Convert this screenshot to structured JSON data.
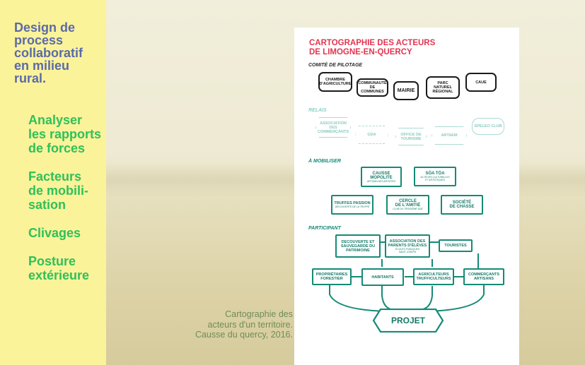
{
  "sidebar": {
    "deck_title": "Design de\nprocess\ncollaboratif\nen milieu\nrural.",
    "items": [
      {
        "label": "Analyser\nles rapports\nde forces"
      },
      {
        "label": "Facteurs\nde mobili-\nsation"
      },
      {
        "label": "Clivages"
      },
      {
        "label": "Posture\nextérieure"
      }
    ]
  },
  "caption": "Cartographie des\nacteurs d'un territoire.\nCausse du quercy, 2016.",
  "colors": {
    "sidebar_bg": "#fbf39a",
    "title_blue": "#5b6aa8",
    "nav_green": "#2fc05a",
    "card_red": "#e2344f",
    "diagram_green": "#158a76"
  },
  "card": {
    "title": "CARTOGRAPHIE DES ACTEURS\nDE LIMOGNE-EN-QUERCY",
    "sections": {
      "pilotage": "COMITÉ DE PILOTAGE",
      "relais": "RELAIS",
      "mobiliser": "À MOBILISER",
      "participant": "PARTICIPANT"
    },
    "pilotage": {
      "chambre": "CHAMBRE\nD'AGRICULTURE",
      "communaute": "COMMUNAUTÉ\nDE COMMUNES",
      "mairie": "MAIRIE",
      "parc": "PARC\nNATUREL\nRÉGIONAL",
      "caue": "CAUE"
    },
    "relais": {
      "association": "ASSOCIATION\nDES\nCOMMERÇANTS",
      "gda": "GDA",
      "office": "OFFICE DE\nTOURISME",
      "artaem": "ARTAEM",
      "speleo": "SPELEO CLUB"
    },
    "mobiliser": {
      "causse": "CAUSSE\nMOPOLITE",
      "causse_sub": "ARTISAN DES ARTISTES",
      "soa": "SÒA TÒA",
      "soa_sub": "ACTEURS CULTURELLES\nET ARTISTIQUES",
      "truffes": "TRUFFES PASSION",
      "truffes_sub": "DÉCOUVERTE DE LA TRUFFE",
      "cercle": "CERCLE\nDE L'AMITIÉ",
      "cercle_sub": "CLUB DU TROISIÈME ÂGE",
      "chasse": "SOCIÉTÉ\nDE CHASSE"
    },
    "participant": {
      "decouverte": "DECOUVERTE ET\nSAUVEGARDE DU\nPATRIMOINE",
      "parents": "ASSOCIATION DES\nPARENTS D'ÉLÈVES",
      "parents_sub": "ÉCOLES PUBLIQUES\nSAINT JOSEPH",
      "touristes": "TOURISTES",
      "proprietaires": "PROPRIÉTAIRES\nFORESTIER",
      "habitants": "HABITANTS",
      "agriculteurs": "AGRICULTEURS\nTRUFFICULTEURS",
      "commercants": "COMMERÇANTS\nARTISANS"
    },
    "projet": "PROJET"
  }
}
